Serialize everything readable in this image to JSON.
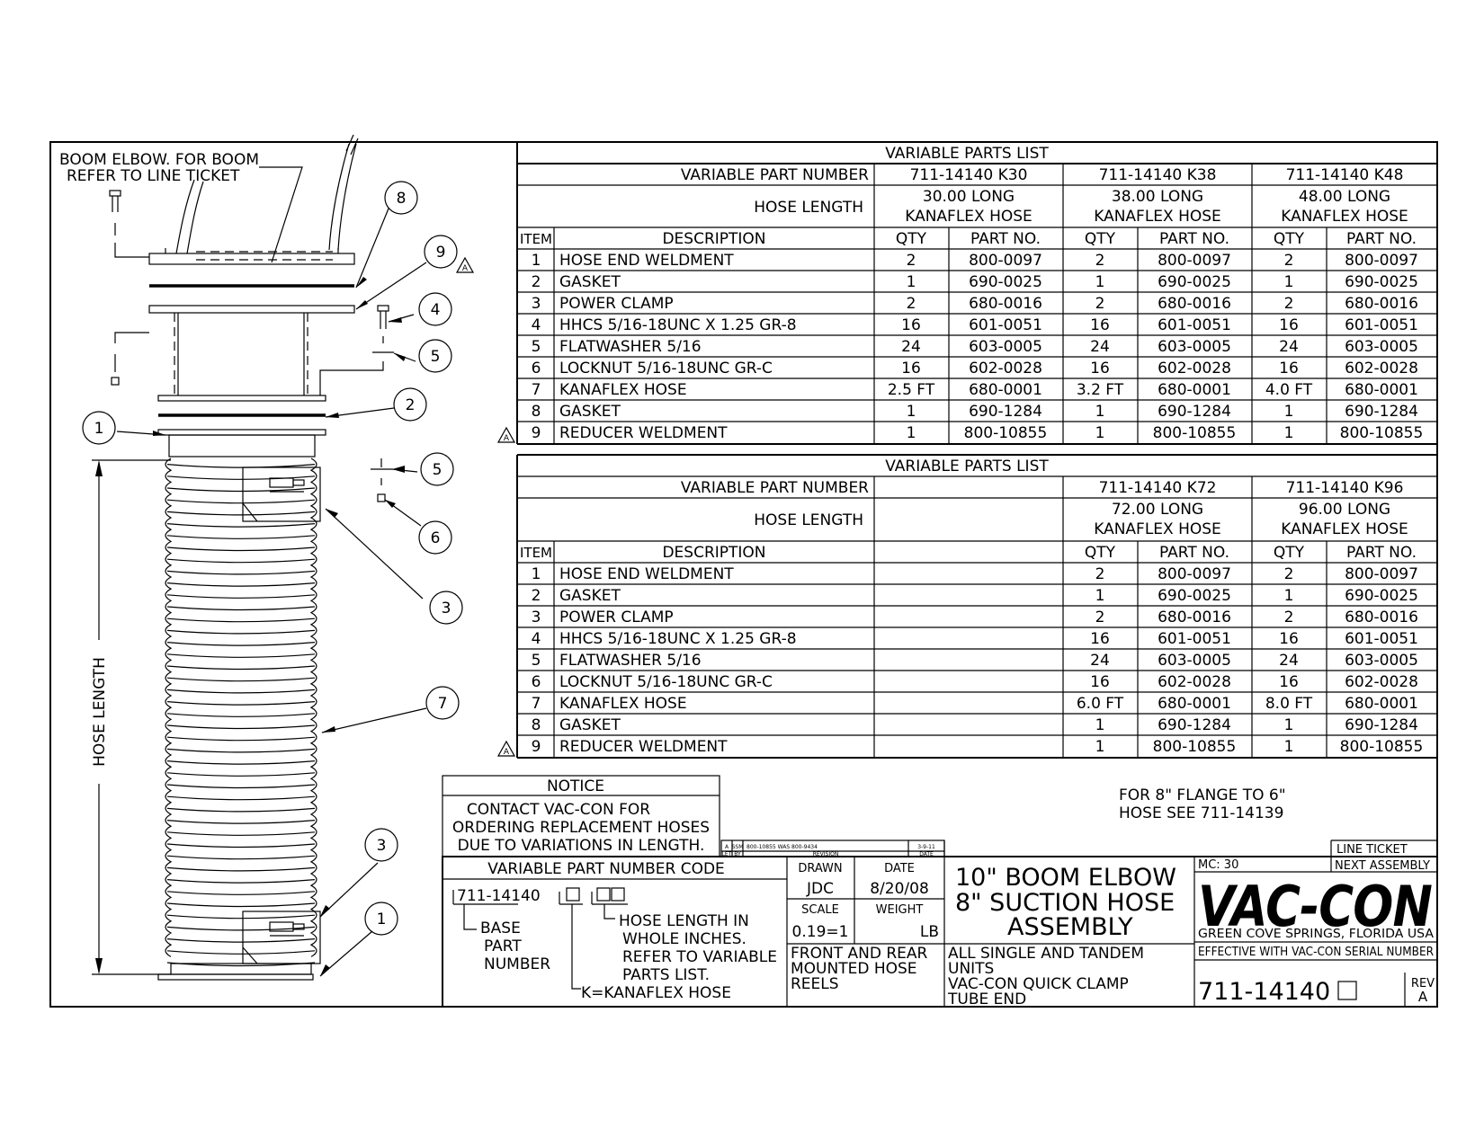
{
  "drawing": {
    "callout_boom_elbow": [
      "BOOM ELBOW. FOR BOOM",
      "REFER TO LINE TICKET"
    ],
    "hose_length_label": "HOSE LENGTH",
    "balloons": [
      "8",
      "9",
      "4",
      "5",
      "2",
      "1",
      "5",
      "6",
      "3",
      "7",
      "3",
      "1"
    ],
    "revision_flag": "A"
  },
  "table1": {
    "title": "VARIABLE PARTS LIST",
    "vpn_label": "VARIABLE PART NUMBER",
    "hose_length_label": "HOSE LENGTH",
    "item_label": "ITEM",
    "description_label": "DESCRIPTION",
    "qty_label": "QTY",
    "partno_label": "PART NO.",
    "variants": [
      {
        "part_number": "711-14140 K30",
        "length_line1": "30.00 LONG",
        "length_line2": "KANAFLEX HOSE"
      },
      {
        "part_number": "711-14140 K38",
        "length_line1": "38.00 LONG",
        "length_line2": "KANAFLEX HOSE"
      },
      {
        "part_number": "711-14140 K48",
        "length_line1": "48.00 LONG",
        "length_line2": "KANAFLEX HOSE"
      }
    ],
    "rows": [
      {
        "item": "1",
        "desc": "HOSE END WELDMENT",
        "cells": [
          "2",
          "800-0097",
          "2",
          "800-0097",
          "2",
          "800-0097"
        ]
      },
      {
        "item": "2",
        "desc": "GASKET",
        "cells": [
          "1",
          "690-0025",
          "1",
          "690-0025",
          "1",
          "690-0025"
        ]
      },
      {
        "item": "3",
        "desc": "POWER CLAMP",
        "cells": [
          "2",
          "680-0016",
          "2",
          "680-0016",
          "2",
          "680-0016"
        ]
      },
      {
        "item": "4",
        "desc": "HHCS 5/16-18UNC X 1.25 GR-8",
        "cells": [
          "16",
          "601-0051",
          "16",
          "601-0051",
          "16",
          "601-0051"
        ]
      },
      {
        "item": "5",
        "desc": "FLATWASHER 5/16",
        "cells": [
          "24",
          "603-0005",
          "24",
          "603-0005",
          "24",
          "603-0005"
        ]
      },
      {
        "item": "6",
        "desc": "LOCKNUT 5/16-18UNC GR-C",
        "cells": [
          "16",
          "602-0028",
          "16",
          "602-0028",
          "16",
          "602-0028"
        ]
      },
      {
        "item": "7",
        "desc": "KANAFLEX HOSE",
        "cells": [
          "2.5 FT",
          "680-0001",
          "3.2 FT",
          "680-0001",
          "4.0 FT",
          "680-0001"
        ]
      },
      {
        "item": "8",
        "desc": "GASKET",
        "cells": [
          "1",
          "690-1284",
          "1",
          "690-1284",
          "1",
          "690-1284"
        ]
      },
      {
        "item": "9",
        "desc": "REDUCER WELDMENT",
        "cells": [
          "1",
          "800-10855",
          "1",
          "800-10855",
          "1",
          "800-10855"
        ]
      }
    ]
  },
  "table2": {
    "title": "VARIABLE PARTS LIST",
    "vpn_label": "VARIABLE PART NUMBER",
    "hose_length_label": "HOSE LENGTH",
    "item_label": "ITEM",
    "description_label": "DESCRIPTION",
    "qty_label": "QTY",
    "partno_label": "PART NO.",
    "variants": [
      {
        "part_number": "711-14140 K72",
        "length_line1": "72.00 LONG",
        "length_line2": "KANAFLEX HOSE"
      },
      {
        "part_number": "711-14140 K96",
        "length_line1": "96.00 LONG",
        "length_line2": "KANAFLEX HOSE"
      }
    ],
    "rows": [
      {
        "item": "1",
        "desc": "HOSE END WELDMENT",
        "cells": [
          "2",
          "800-0097",
          "2",
          "800-0097"
        ]
      },
      {
        "item": "2",
        "desc": "GASKET",
        "cells": [
          "1",
          "690-0025",
          "1",
          "690-0025"
        ]
      },
      {
        "item": "3",
        "desc": "POWER CLAMP",
        "cells": [
          "2",
          "680-0016",
          "2",
          "680-0016"
        ]
      },
      {
        "item": "4",
        "desc": "HHCS 5/16-18UNC X 1.25 GR-8",
        "cells": [
          "16",
          "601-0051",
          "16",
          "601-0051"
        ]
      },
      {
        "item": "5",
        "desc": "FLATWASHER 5/16",
        "cells": [
          "24",
          "603-0005",
          "24",
          "603-0005"
        ]
      },
      {
        "item": "6",
        "desc": "LOCKNUT 5/16-18UNC GR-C",
        "cells": [
          "16",
          "602-0028",
          "16",
          "602-0028"
        ]
      },
      {
        "item": "7",
        "desc": "KANAFLEX HOSE",
        "cells": [
          "6.0 FT",
          "680-0001",
          "8.0 FT",
          "680-0001"
        ]
      },
      {
        "item": "8",
        "desc": "GASKET",
        "cells": [
          "1",
          "690-1284",
          "1",
          "690-1284"
        ]
      },
      {
        "item": "9",
        "desc": "REDUCER WELDMENT",
        "cells": [
          "1",
          "800-10855",
          "1",
          "800-10855"
        ]
      }
    ]
  },
  "notice": {
    "title": "NOTICE",
    "lines": [
      "CONTACT VAC-CON FOR",
      "ORDERING REPLACEMENT HOSES",
      "DUE TO VARIATIONS IN LENGTH."
    ]
  },
  "flange_note": [
    "FOR 8\" FLANGE TO 6\"",
    "HOSE SEE 711-14139"
  ],
  "revision": {
    "entry": {
      "let": "A",
      "by": "SSM",
      "desc": "800-10855 WAS 800-9434",
      "date": "3-9-11"
    },
    "headers": {
      "let": "LET",
      "by": "BY",
      "desc": "REVISION",
      "date": "DATE"
    }
  },
  "code": {
    "title": "VARIABLE PART NUMBER CODE",
    "base": "711-14140",
    "base_label": [
      "BASE",
      "PART",
      "NUMBER"
    ],
    "length_label": [
      "HOSE LENGTH IN",
      "WHOLE INCHES.",
      "REFER TO VARIABLE",
      "PARTS LIST."
    ],
    "k_label": "K=KANAFLEX  HOSE"
  },
  "title_block": {
    "drawn_label": "DRAWN",
    "drawn": "JDC",
    "date_label": "DATE",
    "date": "8/20/08",
    "scale_label": "SCALE",
    "scale": "0.19=1",
    "weight_label": "WEIGHT",
    "weight_unit": "LB",
    "title": [
      "10\" BOOM ELBOW",
      "8\" SUCTION HOSE",
      "ASSEMBLY"
    ],
    "application": [
      "FRONT AND REAR",
      "MOUNTED HOSE",
      "REELS"
    ],
    "units": [
      "ALL SINGLE AND TANDEM",
      "UNITS",
      "VAC-CON QUICK CLAMP",
      "TUBE END"
    ],
    "mc": "MC: 30",
    "line_ticket": "LINE TICKET",
    "next_assembly": "NEXT ASSEMBLY",
    "logo": "VAC-CON",
    "location": "GREEN COVE SPRINGS, FLORIDA USA",
    "effective": "EFFECTIVE WITH VAC-CON SERIAL NUMBER",
    "drawing_number": "711-14140",
    "rev_label": "REV",
    "rev": "A"
  }
}
